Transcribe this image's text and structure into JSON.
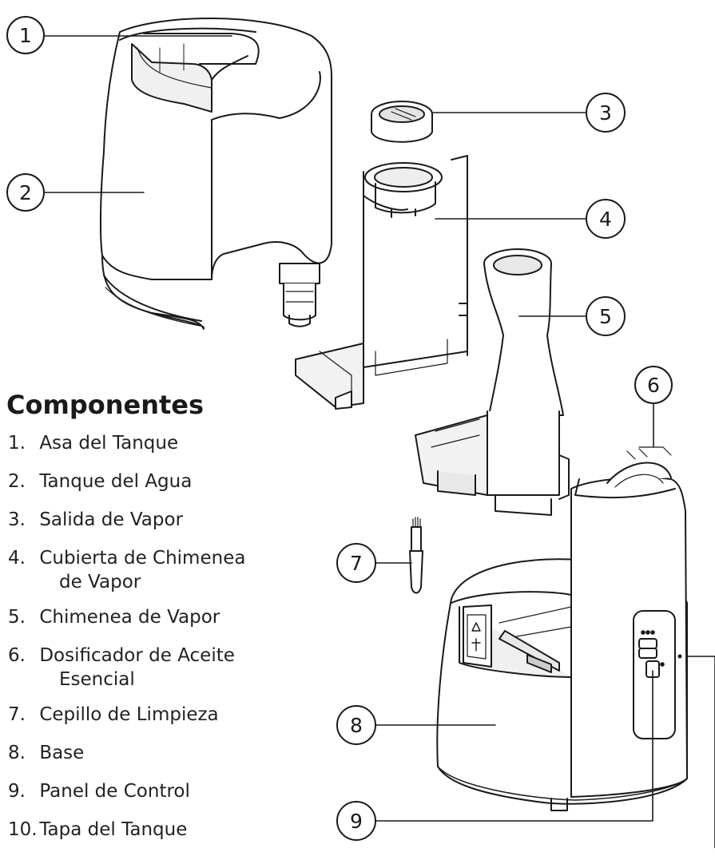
{
  "legend": {
    "title": "Componentes",
    "items": [
      {
        "number": "1.",
        "text": "Asa del Tanque"
      },
      {
        "number": "2.",
        "text": "Tanque del Agua"
      },
      {
        "number": "3.",
        "text": "Salida de Vapor"
      },
      {
        "number": "4.",
        "text": "Cubierta de Chimenea",
        "text_cont": "de Vapor"
      },
      {
        "number": "5.",
        "text": "Chimenea de Vapor"
      },
      {
        "number": "6.",
        "text": "Dosificador de Aceite",
        "text_cont": "Esencial"
      },
      {
        "number": "7.",
        "text": "Cepillo de Limpieza"
      },
      {
        "number": "8.",
        "text": "Base"
      },
      {
        "number": "9.",
        "text": "Panel de Control"
      },
      {
        "number": "10.",
        "text": "Tapa del Tanque"
      }
    ]
  },
  "callouts": [
    "1",
    "2",
    "3",
    "4",
    "5",
    "6",
    "7",
    "8",
    "9"
  ],
  "colors": {
    "line": "#1a1a1a",
    "shade": "#d9d9d9",
    "fill": "#ffffff"
  }
}
